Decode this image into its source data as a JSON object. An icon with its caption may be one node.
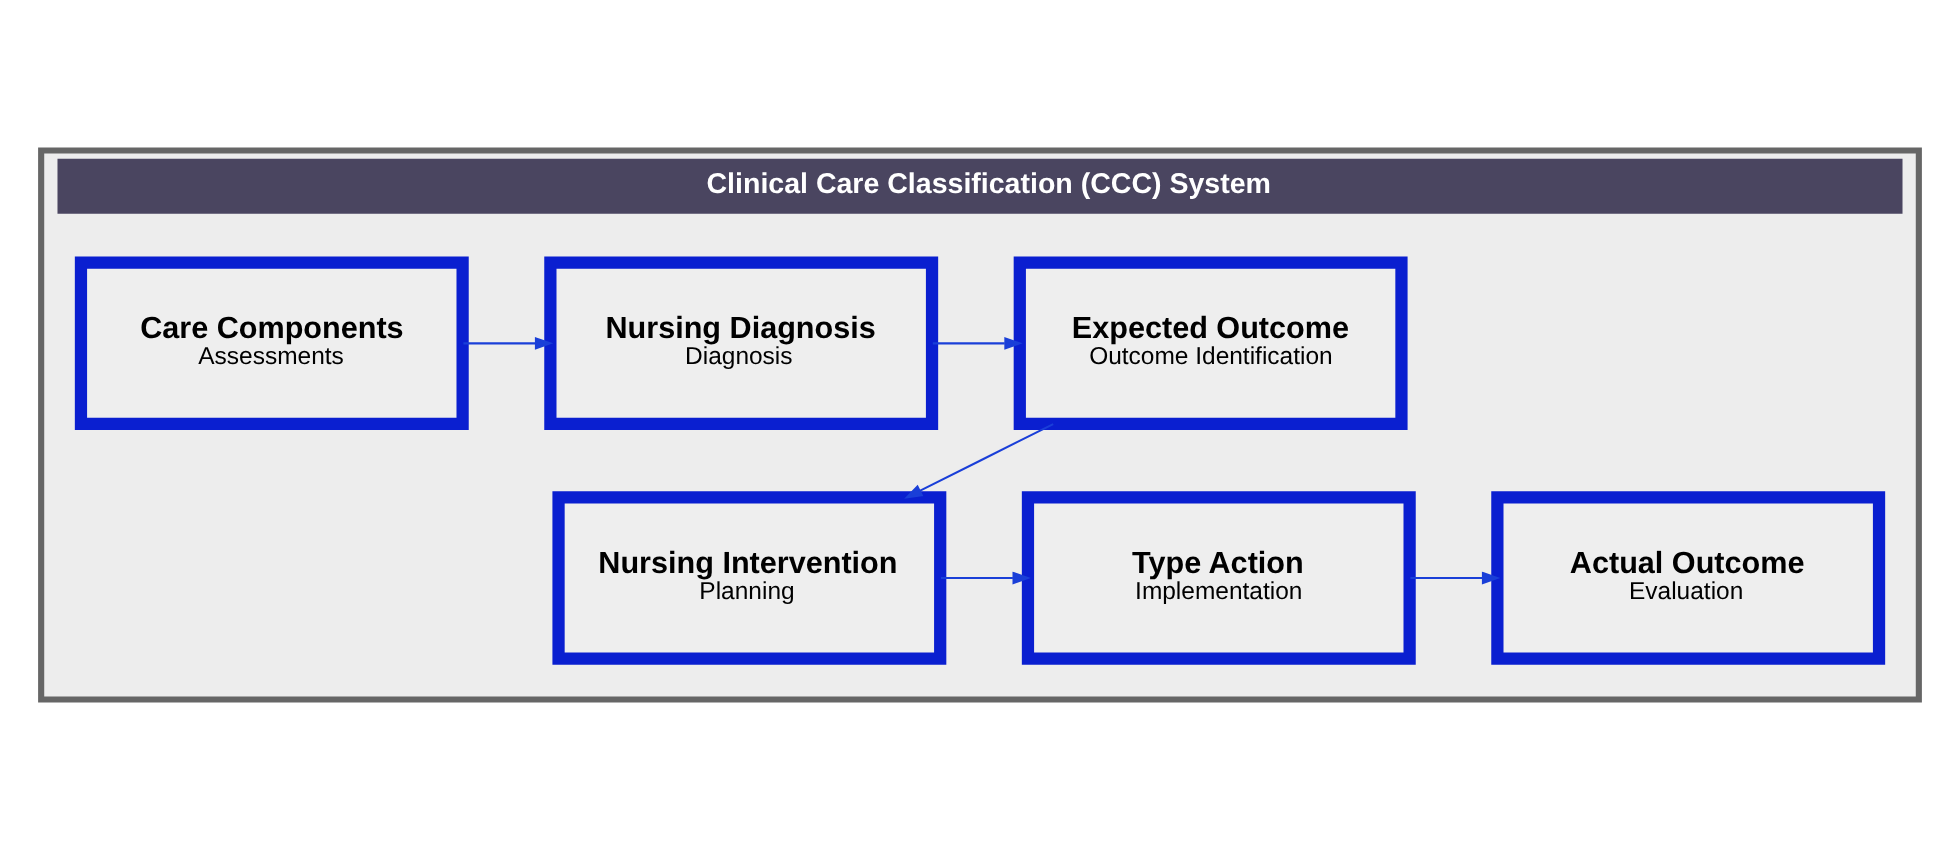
{
  "diagram": {
    "nodes": [
      {
        "text": [
          "Clinical Care Classification (CCC) System"
        ]
      },
      {
        "text": [
          "Care Components",
          "Assessments"
        ],
        "in": 0
      },
      {
        "text": [
          "Nursing Diagnosis",
          "Diagnosis"
        ],
        "in": 0
      },
      {
        "text": [
          "Expected Outcome",
          "Outcome Identification"
        ],
        "in": 0
      },
      {
        "text": [
          "Nursing Intervention",
          "Planning"
        ],
        "in": 0
      },
      {
        "text": [
          "Type Action",
          "Implementation"
        ],
        "in": 0
      },
      {
        "text": [
          "Actual Outcome",
          "Evaluation"
        ],
        "in": 0
      }
    ],
    "edges": [
      {
        "from": 1,
        "to": 2,
        "arrow": "to"
      },
      {
        "from": 2,
        "to": 3,
        "arrow": "to"
      },
      {
        "from": 3,
        "to": 4,
        "arrow": "to"
      },
      {
        "from": 4,
        "to": 5,
        "arrow": "to"
      },
      {
        "from": 5,
        "to": 6,
        "arrow": "to"
      }
    ]
  }
}
